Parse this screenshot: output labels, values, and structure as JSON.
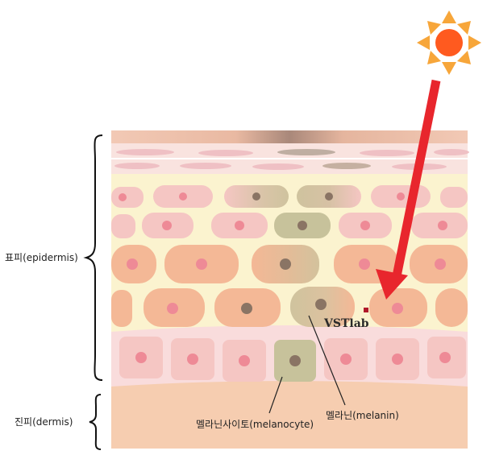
{
  "labels": {
    "epidermis": "표피(epidermis)",
    "dermis": "진피(dermis)",
    "melanocyte": "멜라닌사이토(melanocyte)",
    "melanin": "멜라닌(melanin)",
    "brand": "VSTlab"
  },
  "icons": [
    "sun-icon",
    "uv-arrow-icon"
  ],
  "colors": {
    "sun": "#ff5a1f",
    "sun_rays": "#f7a63a",
    "arrow": "#e8262d",
    "dermis": "#f6cdb0",
    "epidermis_bg": "#fbf3cf",
    "basal_layer": "#f9dcdc",
    "cell_pink": "#f5c6c3",
    "cell_peach": "#f4b896",
    "melanin_cell": "#c7c29b",
    "nucleus_pink": "#ee8a96",
    "nucleus_melanin": "#8a7464",
    "brand_dot": "#b0182a"
  }
}
